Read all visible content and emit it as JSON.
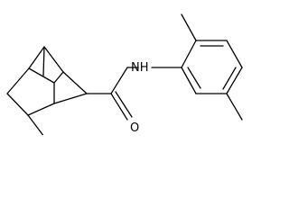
{
  "diagram": {
    "type": "chemical-structure",
    "atoms": [
      {
        "id": "nh",
        "symbol": "NH"
      },
      {
        "id": "o",
        "symbol": "O"
      }
    ],
    "colors": {
      "background": "#ffffff",
      "bond": "#000000",
      "label": "#000000"
    }
  }
}
